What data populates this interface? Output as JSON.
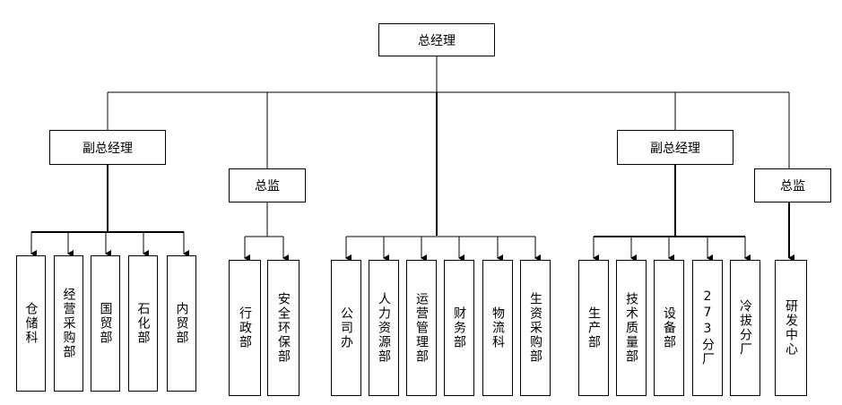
{
  "top": {
    "label": "总经理"
  },
  "managers": [
    {
      "label": "副总经理"
    },
    {
      "label": "总监"
    },
    {
      "label": "副总经理"
    },
    {
      "label": "总监"
    }
  ],
  "departments": {
    "group1": [
      "仓储科",
      "经营采购部",
      "国贸部",
      "石化部",
      "内贸部"
    ],
    "group2": [
      "行政部",
      "安全环保部"
    ],
    "group3": [
      "公司办",
      "人力资源部",
      "运营管理部",
      "财务部",
      "物流科",
      "生资采购部"
    ],
    "group4": [
      "生产部",
      "技术质量部",
      "设备部",
      "273分厂",
      "冷拔分厂"
    ],
    "group5": [
      "研发中心"
    ]
  },
  "colors": {
    "line": "#000000",
    "box_border": "#000000",
    "background": "#ffffff"
  }
}
